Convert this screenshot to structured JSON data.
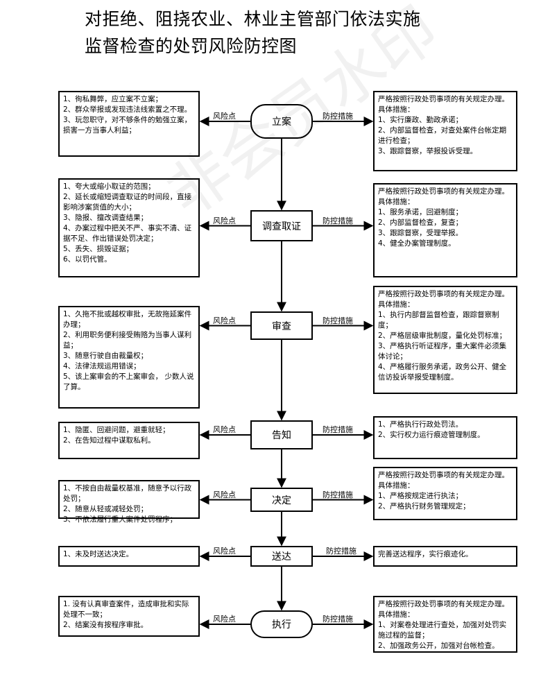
{
  "title": {
    "line1": "对拒绝、阻挠农业、林业主管部门依法实施",
    "line2": "监督检查的处罚风险防控图"
  },
  "labels": {
    "risk": "风险点",
    "control": "防控措施"
  },
  "watermark": "非会员水印",
  "steps": [
    {
      "name": "立案",
      "risks": [
        "1、徇私舞弊，应立案不立案；",
        "2、群众举报或发现违法线索置之不理。",
        "3、玩忽职守，对不够条件的勉强立案，损害一方当事人利益；"
      ],
      "controls": [
        "严格按照行政处罚事项的有关规定办理。具体措施：",
        "1、实行廉政、勤政承诺；",
        "2、内部监督检查，对查处案件台帐定期进行检查；",
        "3、跟踪督察，举报投诉受理。"
      ]
    },
    {
      "name": "调查取证",
      "risks": [
        "1、夸大或缩小取证的范围；",
        "2、延长或缩短调查取证的时间段，直接影响涉案货值的大小；",
        "3、隐报、擅改调查结果；",
        "4、办案过程中把关不严、事实不清、证据不足、作出错误处罚决定；",
        "5、丢失、损毁证据；",
        "6、以罚代管。"
      ],
      "controls": [
        "严格按照行政处罚事项的有关规定办理。具体措施：",
        "1、服务承诺，回避制度；",
        "2、内部监督检查，复查；",
        "3、跟踪督察，受理举报。",
        "4、健全办案管理制度。"
      ]
    },
    {
      "name": "审查",
      "risks": [
        "1、久拖不批或越权审批，无故拖延案件办理；",
        "2、利用职务便利接受贿赂为当事人谋利益；",
        "3、随意行驶自由裁量权；",
        "4、法律法规运用错误；",
        "5、该上案审会的不上案审会， 少数人说了算。"
      ],
      "controls": [
        "严格按照行政处罚事项的有关规定办理。具体措施：",
        "1、执行内部督监督检查，跟踪督察制度；",
        "2、严格层级审批制度，量化处罚标准；",
        "3、严格执行听证程序，重大案件必须集体讨论；",
        "4、严格履行服务承诺，政务公开、健全信访投诉举报受理制度。"
      ]
    },
    {
      "name": "告知",
      "risks": [
        "1、隐匿、回避问题，避重就轻；",
        "2、在告知过程中谋取私利。"
      ],
      "controls": [
        "1、严格执行行政处罚法。",
        "2、实行权力运行痕迹管理制度。"
      ]
    },
    {
      "name": "决定",
      "risks": [
        "1、不按自由裁量权基准，随意予以行政处罚；",
        "2、随意从轻或减轻处罚；",
        "3、不依法履行重大案件处罚程序；"
      ],
      "controls": [
        "严格按照行政处罚事项的有关规定办理。具体措施：",
        "1、严格按规定进行执法；",
        "2、严格执行财务管理规定；"
      ]
    },
    {
      "name": "送达",
      "risks": [
        "1、未及时送达决定。"
      ],
      "controls": [
        "完善送达程序，实行痕迹化。"
      ]
    },
    {
      "name": "执行",
      "risks": [
        "1. 没有认真审查案件，造成审批和实际处理不一致；",
        "2、结案没有按程序审批。"
      ],
      "controls": [
        "严格按照行政处罚事项的有关规定办理。具体措施：",
        "1、对案卷处理进行查处，加强对处罚实施过程的监督；",
        "2、加强政务公开，加强对台帐检查。"
      ]
    }
  ]
}
